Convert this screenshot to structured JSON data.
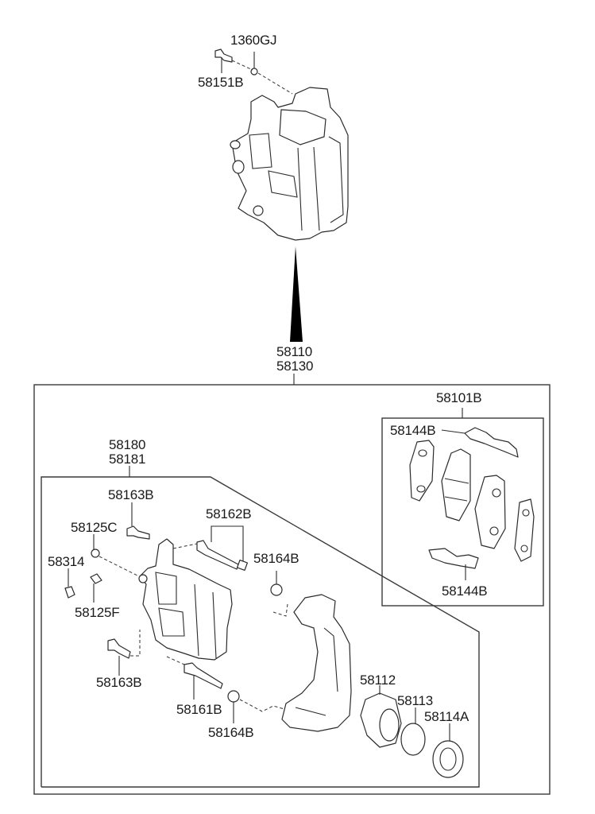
{
  "title": "Front Brake Caliper Assembly - Exploded Parts Diagram",
  "colors": {
    "line": "#2b2b2b",
    "background": "#ffffff",
    "arrow": "#000000"
  },
  "labels": {
    "bolt_top": "58151B",
    "washer_top": "1360GJ",
    "assembly_1": "58110",
    "assembly_2": "58130",
    "pad_kit": "58101B",
    "pad_clip_top": "58144B",
    "pad_clip_bottom": "58144B",
    "caliper_body_1": "58180",
    "caliper_body_2": "58181",
    "guide_bolt_top": "58163B",
    "bleeder_cap": "58125C",
    "bleeder_screw": "58125F",
    "pin_boot": "58314",
    "guide_pin_set": "58162B",
    "boot_upper": "58164B",
    "guide_bolt_bottom": "58163B",
    "guide_pin_lower": "58161B",
    "boot_lower": "58164B",
    "piston": "58112",
    "piston_seal": "58113",
    "dust_boot": "58114A"
  }
}
